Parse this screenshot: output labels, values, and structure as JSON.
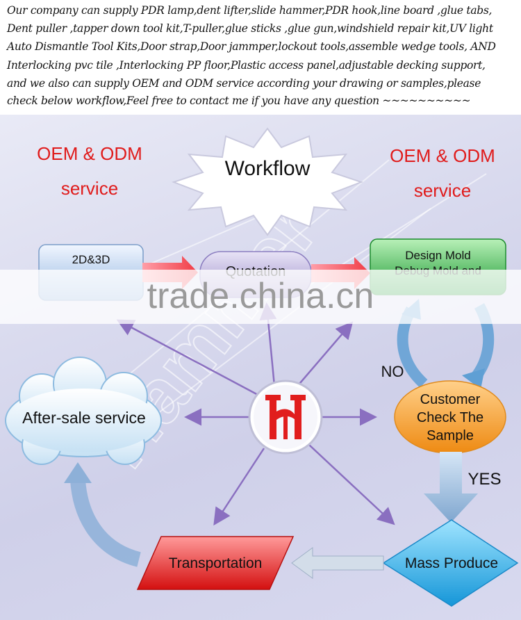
{
  "intro": {
    "lines": [
      "Our company can supply PDR lamp,dent lifter,slide hammer,PDR hook,line board ,glue tabs,",
      "Dent puller ,tapper down tool kit,T-puller,glue sticks ,glue gun,windshield repair kit,UV light",
      "Auto Dismantle Tool Kits,Door strap,Door jammper,lockout tools,assemble wedge tools, AND",
      "Interlocking pvc tile ,Interlocking PP floor,Plastic access panel,adjustable decking support,",
      "and we also can supply OEM and ODM service according your drawing or samples,please",
      "check below workflow,Feel free to contact me if you have any question ~~~~~~~~~~"
    ]
  },
  "diagram": {
    "oem_left": [
      "OEM & ODM",
      "service"
    ],
    "oem_right": [
      "OEM & ODM",
      "service"
    ],
    "workflow": "Workflow",
    "step_2d3d": "2D&3D",
    "step_quotation": "Quotation",
    "step_design": [
      "Design Mold",
      "Debug Mold and"
    ],
    "label_no": "NO",
    "customer_check": [
      "Customer",
      "Check The",
      "Sample"
    ],
    "label_yes": "YES",
    "mass_produce": "Mass Produce",
    "transportation": "Transportation",
    "after_sale": "After-sale service",
    "watermark": "trade.china.cn",
    "logo_letter": "H"
  },
  "colors": {
    "red_text": "#e01b1b",
    "arrow_purple": "#8a6fc0",
    "orange": "#f2941e",
    "cyan": "#2aa7e0",
    "green": "#2db34a",
    "red_shape": "#e41b1b"
  }
}
